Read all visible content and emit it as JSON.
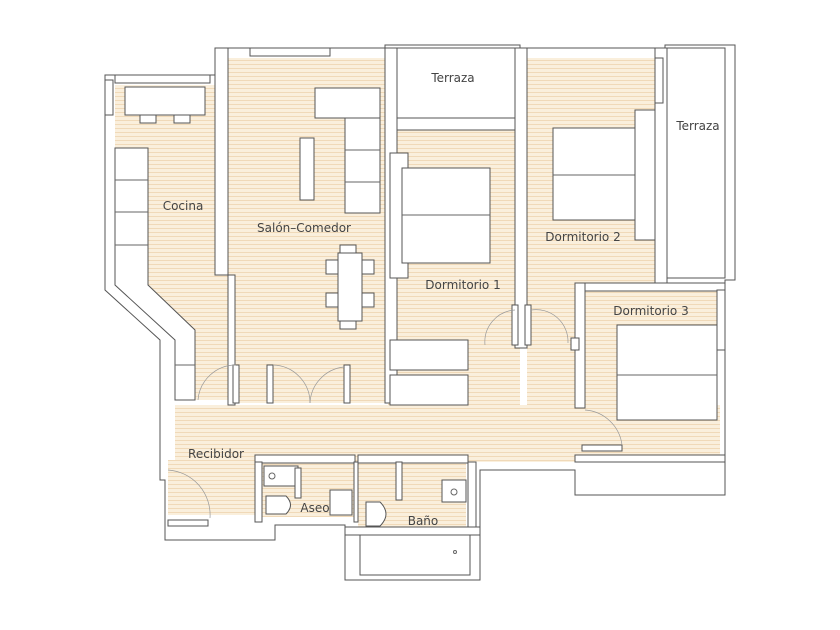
{
  "plan": {
    "rooms": {
      "cocina": "Cocina",
      "salon": "Salón–Comedor",
      "terraza_1": "Terraza",
      "terraza_2": "Terraza",
      "dormitorio_1": "Dormitorio  1",
      "dormitorio_2": "Dormitorio  2",
      "dormitorio_3": "Dormitorio  3",
      "recibidor": "Recibidor",
      "aseo": "Aseo",
      "bano": "Baño"
    },
    "colors": {
      "floor": "#faefdc",
      "plank_line": "#f0d9b8",
      "wall_line": "#555555"
    }
  }
}
